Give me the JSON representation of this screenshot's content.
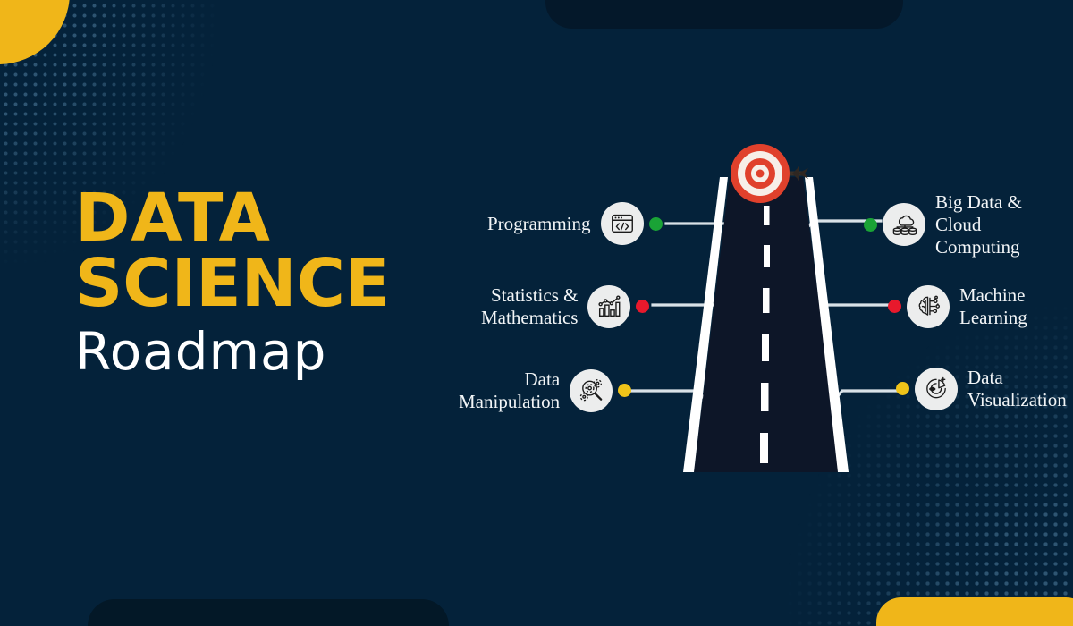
{
  "poster": {
    "title_line1": "DATA",
    "title_line2": "SCIENCE",
    "subtitle": "Roadmap",
    "background_color": "#04223a",
    "accent_yellow": "#f0b619",
    "target_red": "#e0412c"
  },
  "nodes": {
    "left": [
      {
        "id": "programming",
        "label": "Programming",
        "icon": "code-window-icon",
        "dot_color": "#1aa336"
      },
      {
        "id": "statistics",
        "label": "Statistics &\nMathematics",
        "icon": "bar-chart-icon",
        "dot_color": "#e8192c"
      },
      {
        "id": "data-manipulation",
        "label": "Data\nManipulation",
        "icon": "magnifier-gears-icon",
        "dot_color": "#f0c419"
      }
    ],
    "right": [
      {
        "id": "big-data-cloud",
        "label": "Big Data &\nCloud\nComputing",
        "icon": "cloud-database-icon",
        "dot_color": "#1aa336"
      },
      {
        "id": "machine-learning",
        "label": "Machine\nLearning",
        "icon": "brain-circuit-icon",
        "dot_color": "#e8192c"
      },
      {
        "id": "data-visualization",
        "label": "Data\nVisualization",
        "icon": "donut-chart-eye-icon",
        "dot_color": "#f0c419"
      }
    ]
  },
  "graphic": {
    "road_name": "perspective-road",
    "goal_icon": "target-bullseye-icon"
  }
}
